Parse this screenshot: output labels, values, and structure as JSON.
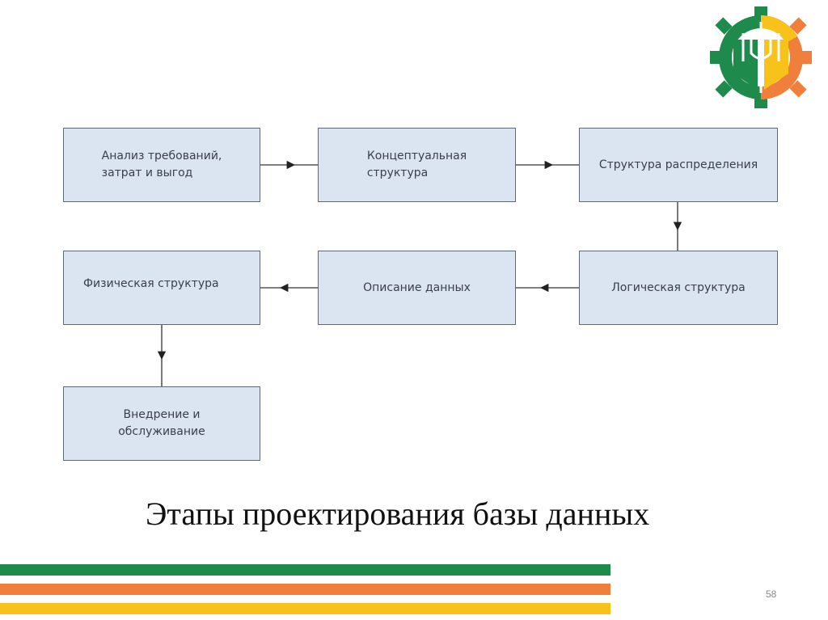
{
  "diagram": {
    "nodes": [
      {
        "id": "n1",
        "label": "Анализ требований,\nзатрат и выгод"
      },
      {
        "id": "n2",
        "label": "Концептуальная\nструктура"
      },
      {
        "id": "n3",
        "label": "Структура распределения"
      },
      {
        "id": "n4",
        "label": "Физическая структура"
      },
      {
        "id": "n5",
        "label": "Описание данных"
      },
      {
        "id": "n6",
        "label": "Логическая структура"
      },
      {
        "id": "n7",
        "label": "Внедрение и обслуживание"
      }
    ],
    "edges": [
      {
        "from": "n1",
        "to": "n2"
      },
      {
        "from": "n2",
        "to": "n3"
      },
      {
        "from": "n3",
        "to": "n6"
      },
      {
        "from": "n6",
        "to": "n5"
      },
      {
        "from": "n5",
        "to": "n4"
      },
      {
        "from": "n4",
        "to": "n7"
      }
    ]
  },
  "slide": {
    "title": "Этапы проектирования базы данных",
    "page_number": "58"
  },
  "colors": {
    "box_fill": "#dbe5f1",
    "box_border": "#5f6a78",
    "stripe_green": "#1e8a4c",
    "stripe_orange": "#f07f3c",
    "stripe_yellow": "#f7c21a"
  },
  "logo": {
    "icon": "gear-wheat-logo-icon"
  }
}
